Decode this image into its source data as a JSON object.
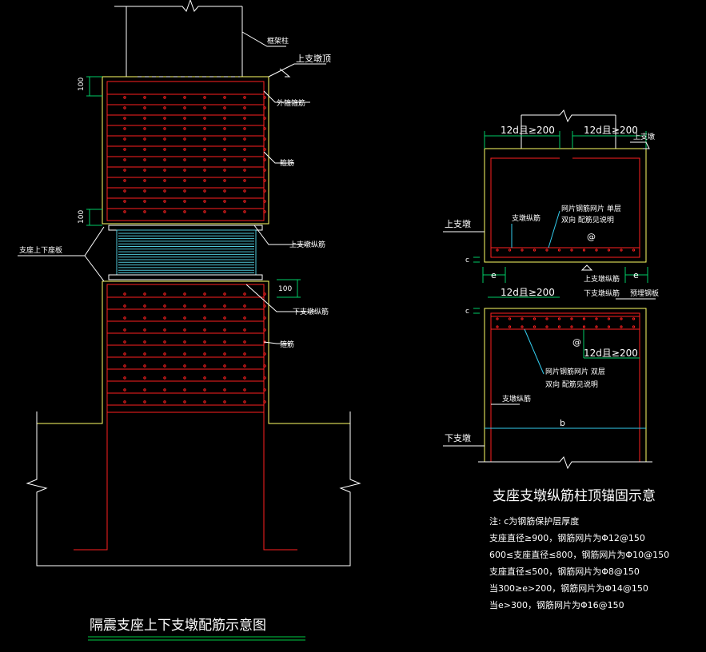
{
  "colors": {
    "background": "#000000",
    "outline": "#ffff66",
    "rebar": "#ff2020",
    "dimension": "#00cc66",
    "leader": "#ffffff",
    "bearing": "#4fc8d8",
    "cyan": "#33ccee",
    "title_underline": "#00cc44"
  },
  "left_view": {
    "title": "隔震支座上下支墩配筋示意图",
    "labels": {
      "column": "框架柱",
      "upper_pier_top": "上支墩顶",
      "outer_stirrup": "外箍箍筋",
      "stirrup_upper": "箍筋",
      "bearing": "支座上下座板",
      "upper_rebar": "上支墩纵筋",
      "lower_rebar": "下支墩纵筋",
      "stirrup_lower": "箍筋"
    },
    "dims": {
      "top_cover": "100",
      "bottom_cover": "100",
      "lower_top_cover": "100"
    }
  },
  "right_view": {
    "title": "支座支墩纵筋柱顶锚固示意",
    "labels": {
      "anchor_top_left": "12d且≥200",
      "anchor_top_right": "12d且≥200",
      "upper_pier_top": "上支墩",
      "upper_pier": "上支墩",
      "upper_rebar": "支墩纵筋",
      "mesh_top": "网片钢筋网片 单层",
      "mesh_top_2": "双向  配筋见说明",
      "spacing_top": "@",
      "c_top": "c",
      "e_left": "e",
      "e_right": "e",
      "bearing_label": "上支墩纵筋",
      "anchor_mid": "12d且≥200",
      "embed_plate": "预埋钢板",
      "lower_anchor": "下支墩纵筋",
      "c_mid": "c",
      "spacing_mid": "@",
      "anchor_side": "12d且≥200",
      "mesh_bottom": "网片钢筋网片 双层",
      "mesh_bottom_2": "双向  配筋见说明",
      "lower_rebar": "支墩纵筋",
      "b_dim": "b",
      "lower_pier": "下支墩"
    },
    "notes": [
      "注: c为钢筋保护层厚度",
      "支座直径≥900，钢筋网片为Φ12@150",
      "600≤支座直径≤800，钢筋网片为Φ10@150",
      "支座直径≤500，钢筋网片为Φ8@150",
      "当300≥e>200，钢筋网片为Φ14@150",
      "当e>300，钢筋网片为Φ16@150"
    ]
  }
}
